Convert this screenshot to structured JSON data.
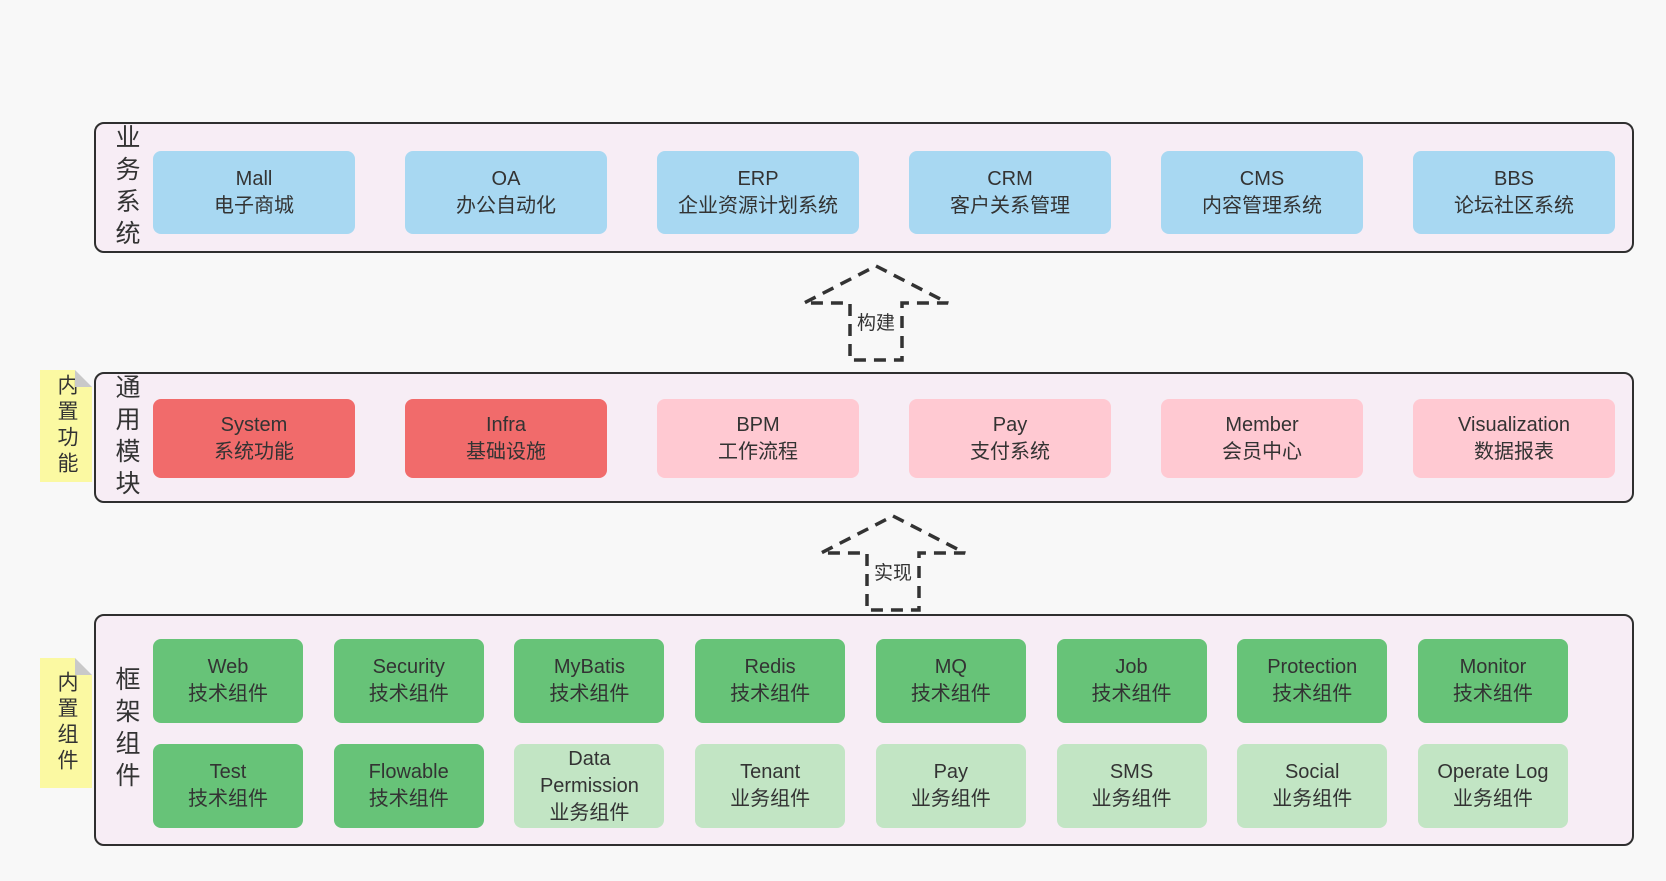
{
  "colors": {
    "page_bg": "#f8f8f8",
    "band_bg": "#f7edf5",
    "band_border": "#2f2f2f",
    "blue": "#a8d8f2",
    "red": "#f16b6b",
    "pink": "#ffc9d2",
    "green_dark": "#67c378",
    "green_light": "#c2e5c4",
    "sticky_yellow": "#fbf9a2",
    "sticky_fold": "#c9c9c9",
    "text": "#333333"
  },
  "arrows": [
    {
      "label": "构建"
    },
    {
      "label": "实现"
    }
  ],
  "bands": [
    {
      "label": "业务系统",
      "items": [
        {
          "title": "Mall",
          "subtitle": "电子商城"
        },
        {
          "title": "OA",
          "subtitle": "办公自动化"
        },
        {
          "title": "ERP",
          "subtitle": "企业资源计划系统"
        },
        {
          "title": "CRM",
          "subtitle": "客户关系管理"
        },
        {
          "title": "CMS",
          "subtitle": "内容管理系统"
        },
        {
          "title": "BBS",
          "subtitle": "论坛社区系统"
        }
      ]
    },
    {
      "label": "通用模块",
      "sticky": "内置功能",
      "items": [
        {
          "title": "System",
          "subtitle": "系统功能"
        },
        {
          "title": "Infra",
          "subtitle": "基础设施"
        },
        {
          "title": "BPM",
          "subtitle": "工作流程"
        },
        {
          "title": "Pay",
          "subtitle": "支付系统"
        },
        {
          "title": "Member",
          "subtitle": "会员中心"
        },
        {
          "title": "Visualization",
          "subtitle": "数据报表"
        }
      ]
    },
    {
      "label": "框架组件",
      "sticky": "内置组件",
      "rows": [
        [
          {
            "title": "Web",
            "subtitle": "技术组件"
          },
          {
            "title": "Security",
            "subtitle": "技术组件"
          },
          {
            "title": "MyBatis",
            "subtitle": "技术组件"
          },
          {
            "title": "Redis",
            "subtitle": "技术组件"
          },
          {
            "title": "MQ",
            "subtitle": "技术组件"
          },
          {
            "title": "Job",
            "subtitle": "技术组件"
          },
          {
            "title": "Protection",
            "subtitle": "技术组件"
          },
          {
            "title": "Monitor",
            "subtitle": "技术组件"
          }
        ],
        [
          {
            "title": "Test",
            "subtitle": "技术组件"
          },
          {
            "title": "Flowable",
            "subtitle": "技术组件"
          },
          {
            "title": "Data Permission",
            "subtitle": "业务组件"
          },
          {
            "title": "Tenant",
            "subtitle": "业务组件"
          },
          {
            "title": "Pay",
            "subtitle": "业务组件"
          },
          {
            "title": "SMS",
            "subtitle": "业务组件"
          },
          {
            "title": "Social",
            "subtitle": "业务组件"
          },
          {
            "title": "Operate Log",
            "subtitle": "业务组件"
          }
        ]
      ]
    }
  ]
}
